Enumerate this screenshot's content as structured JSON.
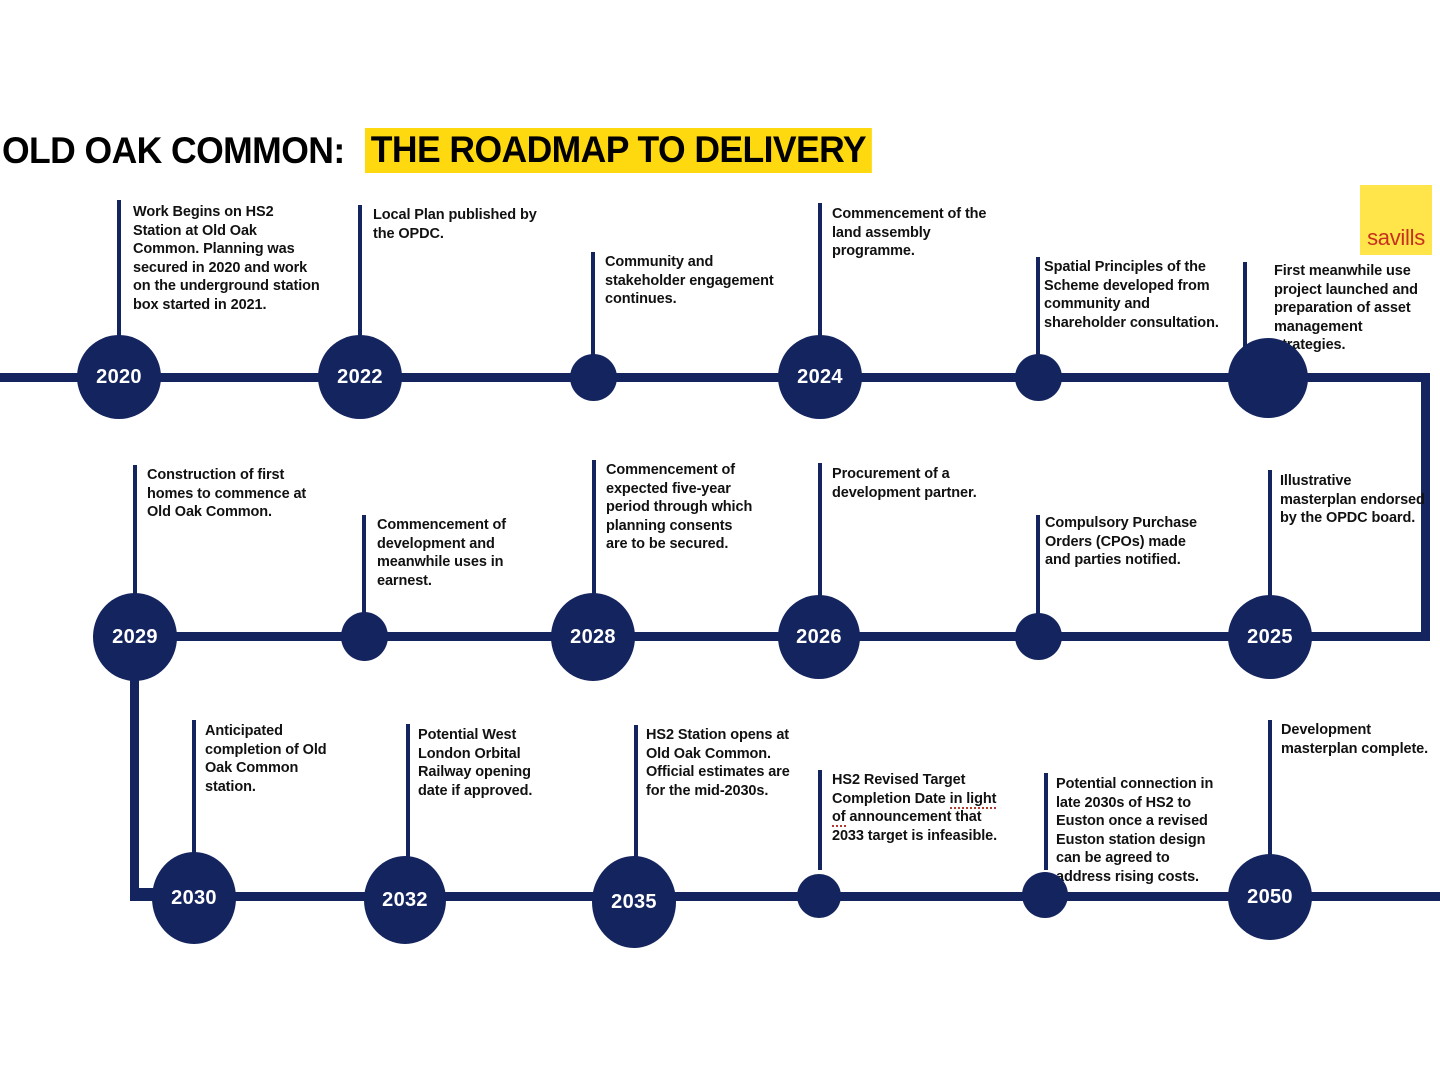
{
  "title": {
    "main": "OLD OAK COMMON:",
    "highlight": "THE ROADMAP TO DELIVERY",
    "highlight_color": "#FFD910"
  },
  "logo": {
    "name": "savills",
    "background": "#FFE54A",
    "text_color": "#C8301E"
  },
  "theme": {
    "navy": "#14245F",
    "white": "#FFFFFF",
    "text": "#111111"
  },
  "rows": [
    {
      "id": "row-1",
      "direction": "left-to-right",
      "nodes": [
        {
          "year": "2020",
          "size": "big",
          "caption": "Work Begins on HS2 Station at Old Oak Common. Planning was secured in 2020 and work on the underground station box started in 2021."
        },
        {
          "year": "2022",
          "size": "big",
          "caption": "Local Plan published by the OPDC."
        },
        {
          "year": "",
          "size": "small",
          "caption": "Community and stakeholder engagement continues."
        },
        {
          "year": "2024",
          "size": "big",
          "caption": "Commencement of the land assembly programme."
        },
        {
          "year": "",
          "size": "small",
          "caption": "Spatial Principles of the Scheme developed from community and shareholder consultation."
        },
        {
          "year": "",
          "size": "small",
          "caption": "First meanwhile use project launched and preparation of asset management strategies."
        }
      ]
    },
    {
      "id": "row-2",
      "direction": "right-to-left",
      "nodes": [
        {
          "year": "2029",
          "size": "big",
          "caption": "Construction of first homes to commence at Old Oak Common."
        },
        {
          "year": "",
          "size": "small",
          "caption": "Commencement of development and meanwhile uses in earnest."
        },
        {
          "year": "2028",
          "size": "big",
          "caption": "Commencement of expected five-year period through which planning consents are to be secured."
        },
        {
          "year": "2026",
          "size": "big",
          "caption": "Procurement of a development partner."
        },
        {
          "year": "",
          "size": "small",
          "caption": "Compulsory Purchase Orders (CPOs) made and parties notified."
        },
        {
          "year": "2025",
          "size": "big",
          "caption": "Illustrative masterplan endorsed by the OPDC board."
        }
      ]
    },
    {
      "id": "row-3",
      "direction": "left-to-right",
      "nodes": [
        {
          "year": "2030",
          "size": "big",
          "caption": "Anticipated completion of Old Oak Common station."
        },
        {
          "year": "2032",
          "size": "big",
          "caption": "Potential West London Orbital Railway opening date if approved."
        },
        {
          "year": "2035",
          "size": "big",
          "caption": "HS2 Station opens at Old Oak Common. Official estimates are for the mid-2030s."
        },
        {
          "year": "",
          "size": "small",
          "caption": "HS2 Revised Target Completion Date in light of announcement that 2033 target is infeasible."
        },
        {
          "year": "",
          "size": "small",
          "caption": "Potential connection in late 2030s of HS2 to Euston once a revised Euston station design can be agreed to address rising costs."
        },
        {
          "year": "2050",
          "size": "big",
          "caption": "Development masterplan complete."
        }
      ]
    }
  ],
  "captions": {
    "c1": "Work Begins on HS2 Station at Old Oak Common. Planning was secured in 2020 and work on the underground station box started in 2021.",
    "c2": "Local Plan published by the OPDC.",
    "c3": "Community and stakeholder engagement continues.",
    "c4": "Commencement of the land assembly programme.",
    "c5": "Spatial Principles of the Scheme developed from community and shareholder consultation.",
    "c6": "First meanwhile use project launched and preparation of asset management strategies.",
    "c7": "Construction of first homes to commence at Old Oak Common.",
    "c8": "Commencement of development and meanwhile uses in earnest.",
    "c9": "Commencement of expected five-year period through which planning consents are to be secured.",
    "c10": "Procurement of a development partner.",
    "c11": "Compulsory Purchase Orders (CPOs) made and parties notified.",
    "c12": "Illustrative masterplan endorsed by the OPDC board.",
    "c13": "Anticipated completion of Old Oak Common station.",
    "c14": "Potential West London Orbital Railway opening date if approved.",
    "c15": "HS2 Station opens at Old Oak Common. Official estimates are for the mid-2030s.",
    "c16a": "HS2 Revised Target Completion Date ",
    "c16b": "in light",
    "c16c": " ",
    "c16d": "of",
    "c16e": " announcement that 2033 target is infeasible.",
    "c17": "Potential connection in late 2030s of HS2 to Euston once a revised Euston station design can be agreed to address rising costs.",
    "c18": "Development masterplan complete."
  },
  "years": {
    "y2020": "2020",
    "y2022": "2022",
    "y2024": "2024",
    "y2029": "2029",
    "y2028": "2028",
    "y2026": "2026",
    "y2025": "2025",
    "y2030": "2030",
    "y2032": "2032",
    "y2035": "2035",
    "y2050": "2050"
  }
}
